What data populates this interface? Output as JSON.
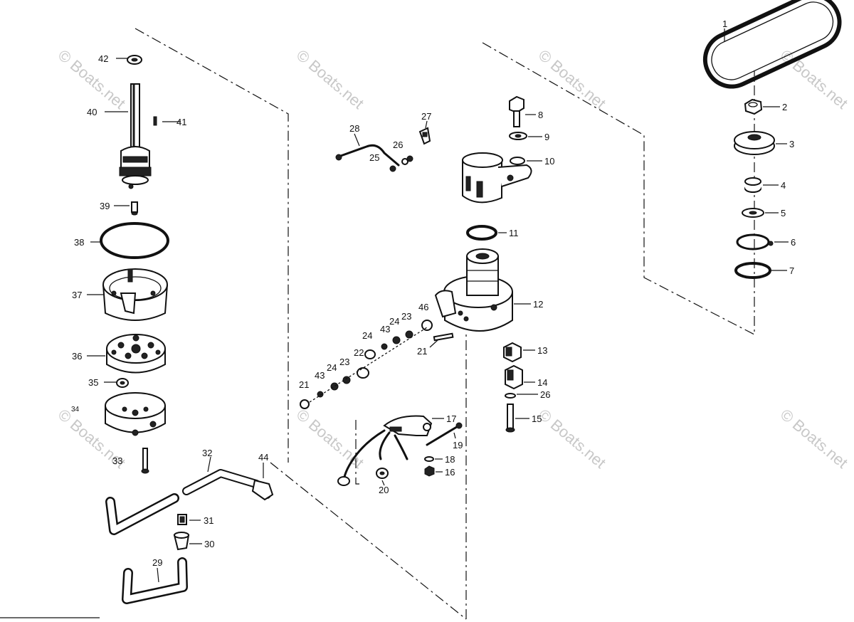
{
  "diagram": {
    "watermark_text": "© Boats.net",
    "part_numbers": [
      "1",
      "2",
      "3",
      "4",
      "5",
      "6",
      "7",
      "8",
      "9",
      "10",
      "11",
      "12",
      "13",
      "14",
      "26",
      "15",
      "17",
      "19",
      "18",
      "16",
      "20",
      "21",
      "46",
      "23",
      "24",
      "43",
      "24",
      "22",
      "23",
      "24",
      "43",
      "21",
      "27",
      "28",
      "26",
      "25",
      "42",
      "41",
      "40",
      "39",
      "38",
      "37",
      "36",
      "35",
      "34",
      "33",
      "32",
      "44",
      "31",
      "30",
      "29"
    ]
  }
}
